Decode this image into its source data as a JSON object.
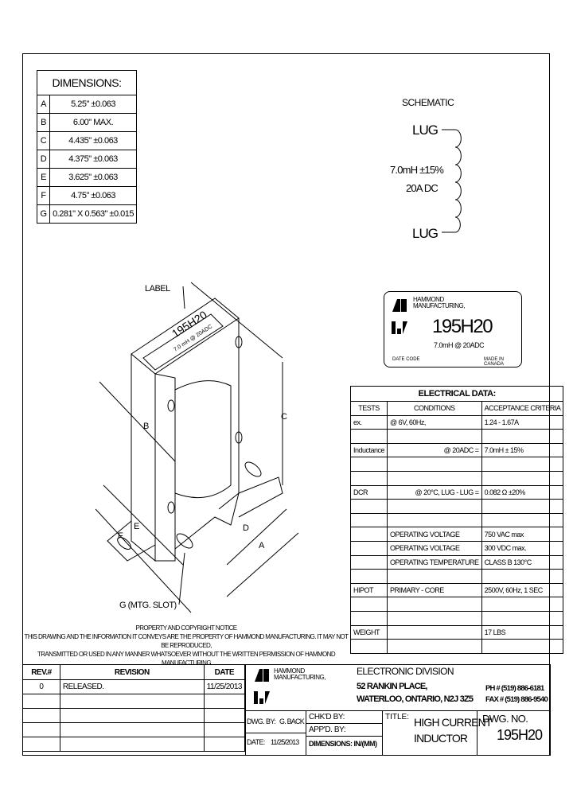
{
  "dimensions": {
    "title": "DIMENSIONS:",
    "rows": [
      {
        "key": "A",
        "value": "5.25\" ±0.063"
      },
      {
        "key": "B",
        "value": "6.00\" MAX."
      },
      {
        "key": "C",
        "value": "4.435\" ±0.063"
      },
      {
        "key": "D",
        "value": "4.375\" ±0.063"
      },
      {
        "key": "E",
        "value": "3.625\" ±0.063"
      },
      {
        "key": "F",
        "value": "4.75\" ±0.063"
      },
      {
        "key": "G",
        "value": "0.281\" X 0.563\" ±0.015"
      }
    ]
  },
  "schematic": {
    "title": "SCHEMATIC",
    "lug_top": "LUG",
    "lug_bottom": "LUG",
    "inductance": "7.0mH ±15%",
    "current": "20A DC"
  },
  "nameplate": {
    "company_line1": "HAMMOND",
    "company_line2": "MANUFACTURING,",
    "part": "195H20",
    "rating": "7.0mH @ 20ADC",
    "date_code": "DATE CODE",
    "made_in": "MADE IN CANADA"
  },
  "drawing": {
    "label_callout": "LABEL",
    "slot_callout": "G (MTG. SLOT)",
    "letters": [
      "A",
      "B",
      "C",
      "D",
      "E",
      "F"
    ],
    "label_part": "195H20",
    "label_rating": "7.0 mH @ 20ADC"
  },
  "electrical": {
    "title": "ELECTRICAL DATA:",
    "headers": [
      "TESTS",
      "CONDITIONS",
      "ACCEPTANCE CRITERIA"
    ],
    "rows": [
      [
        "ex.",
        "@ 6V, 60Hz,",
        "1.24 - 1.67A"
      ],
      [
        "",
        "",
        ""
      ],
      [
        "Inductance",
        "@ 20ADC =",
        "7.0mH ± 15%"
      ],
      [
        "",
        "",
        ""
      ],
      [
        "",
        "",
        ""
      ],
      [
        "DCR",
        "@ 20°C, LUG - LUG =",
        "0.082 Ω    ±20%"
      ],
      [
        "",
        "",
        ""
      ],
      [
        "",
        "",
        ""
      ],
      [
        "",
        "OPERATING VOLTAGE",
        "750 VAC max"
      ],
      [
        "",
        "OPERATING VOLTAGE",
        "300 VDC max."
      ],
      [
        "",
        "OPERATING TEMPERATURE",
        "CLASS B   130°C"
      ],
      [
        "",
        "",
        ""
      ],
      [
        "HIPOT",
        "PRIMARY - CORE",
        "2500V, 60Hz, 1 SEC"
      ],
      [
        "",
        "",
        ""
      ],
      [
        "",
        "",
        ""
      ],
      [
        "WEIGHT",
        "",
        "17 LBS"
      ],
      [
        "",
        "",
        ""
      ]
    ]
  },
  "notice": {
    "title": "PROPERTY AND COPYRIGHT NOTICE",
    "line1": "THIS DRAWING AND THE INFORMATION IT CONVEYS ARE THE PROPERTY OF HAMMOND MANUFACTURING. IT MAY NOT BE REPRODUCED,",
    "line2": "TRANSMITTED OR USED IN ANY MANNER WHATSOEVER WITHOUT THE WRITTEN PERMISSION OF HAMMOND MANUFACTURING"
  },
  "revisions": {
    "headers": [
      "REV.#",
      "REVISION",
      "DATE"
    ],
    "rows": [
      [
        "0",
        "RELEASED.",
        "11/25/2013"
      ],
      [
        "",
        "",
        ""
      ],
      [
        "",
        "",
        ""
      ],
      [
        "",
        "",
        ""
      ],
      [
        "",
        "",
        ""
      ]
    ]
  },
  "titleblock": {
    "company_line1": "HAMMOND",
    "company_line2": "MANUFACTURING,",
    "division": "ELECTRONIC DIVISION",
    "address1": "52 RANKIN PLACE,",
    "address2": "WATERLOO, ONTARIO, N2J 3Z5",
    "phone": "PH  # (519) 886-6181",
    "fax": "FAX # (519) 886-9540",
    "dwg_by_label": "DWG. BY:",
    "dwg_by": "G. BACK",
    "date_label": "DATE:",
    "date": "11/25/2013",
    "chkd_by_label": "CHK'D BY:",
    "appd_by_label": "APP'D. BY:",
    "dimensions_label": "DIMENSIONS:  IN/(MM)",
    "title_label": "TITLE:",
    "title_line1": "HIGH CURRENT",
    "title_line2": "INDUCTOR",
    "dwg_no_label": "DWG. NO.",
    "dwg_no": "195H20"
  }
}
